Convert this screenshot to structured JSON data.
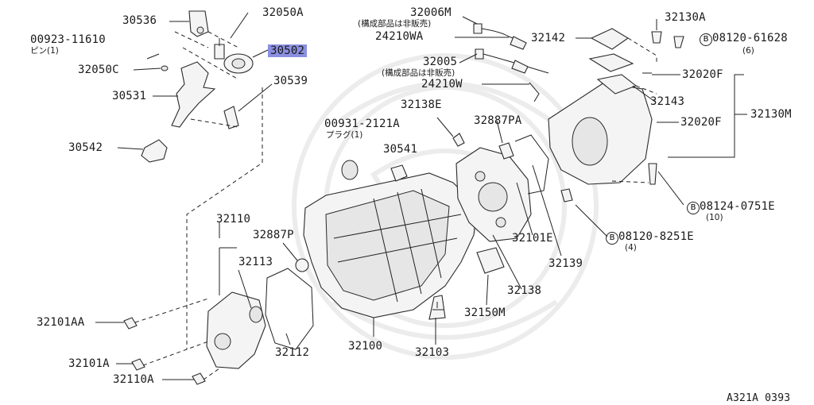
{
  "diagram": {
    "figure_code": "A321A 0393",
    "highlighted_part": "30502",
    "labels": {
      "p30536": "30536",
      "p32050A": "32050A",
      "p00923": "00923-11610",
      "p00923_sub": "ピン(1)",
      "p30502": "30502",
      "p32050C": "32050C",
      "p30539": "30539",
      "p30531": "30531",
      "p30542": "30542",
      "p32006M": "32006M",
      "p32006M_sub": "(構成部品は非販売)",
      "p24210WA": "24210WA",
      "p32005": "32005",
      "p32005_sub": "(構成部品は非販売)",
      "p24210W": "24210W",
      "p32130A": "32130A",
      "p32142": "32142",
      "p08120_61628": "08120-61628",
      "p08120_61628_qty": "(6)",
      "p32020F_a": "32020F",
      "p32143": "32143",
      "p32020F_b": "32020F",
      "p32130M": "32130M",
      "p32138E": "32138E",
      "p32887PA": "32887PA",
      "p00931": "00931-2121A",
      "p00931_sub": "プラグ(1)",
      "p30541": "30541",
      "p08124": "08124-0751E",
      "p08124_qty": "(10)",
      "p32110": "32110",
      "p32887P": "32887P",
      "p32113": "32113",
      "p32101E": "32101E",
      "p08120_8251E": "08120-8251E",
      "p08120_8251E_qty": "(4)",
      "p32139": "32139",
      "p32138": "32138",
      "p32150M": "32150M",
      "p32101AA": "32101AA",
      "p32112": "32112",
      "p32100": "32100",
      "p32103": "32103",
      "p32101A": "32101A",
      "p32110A": "32110A",
      "bolt_marker": "B"
    }
  }
}
